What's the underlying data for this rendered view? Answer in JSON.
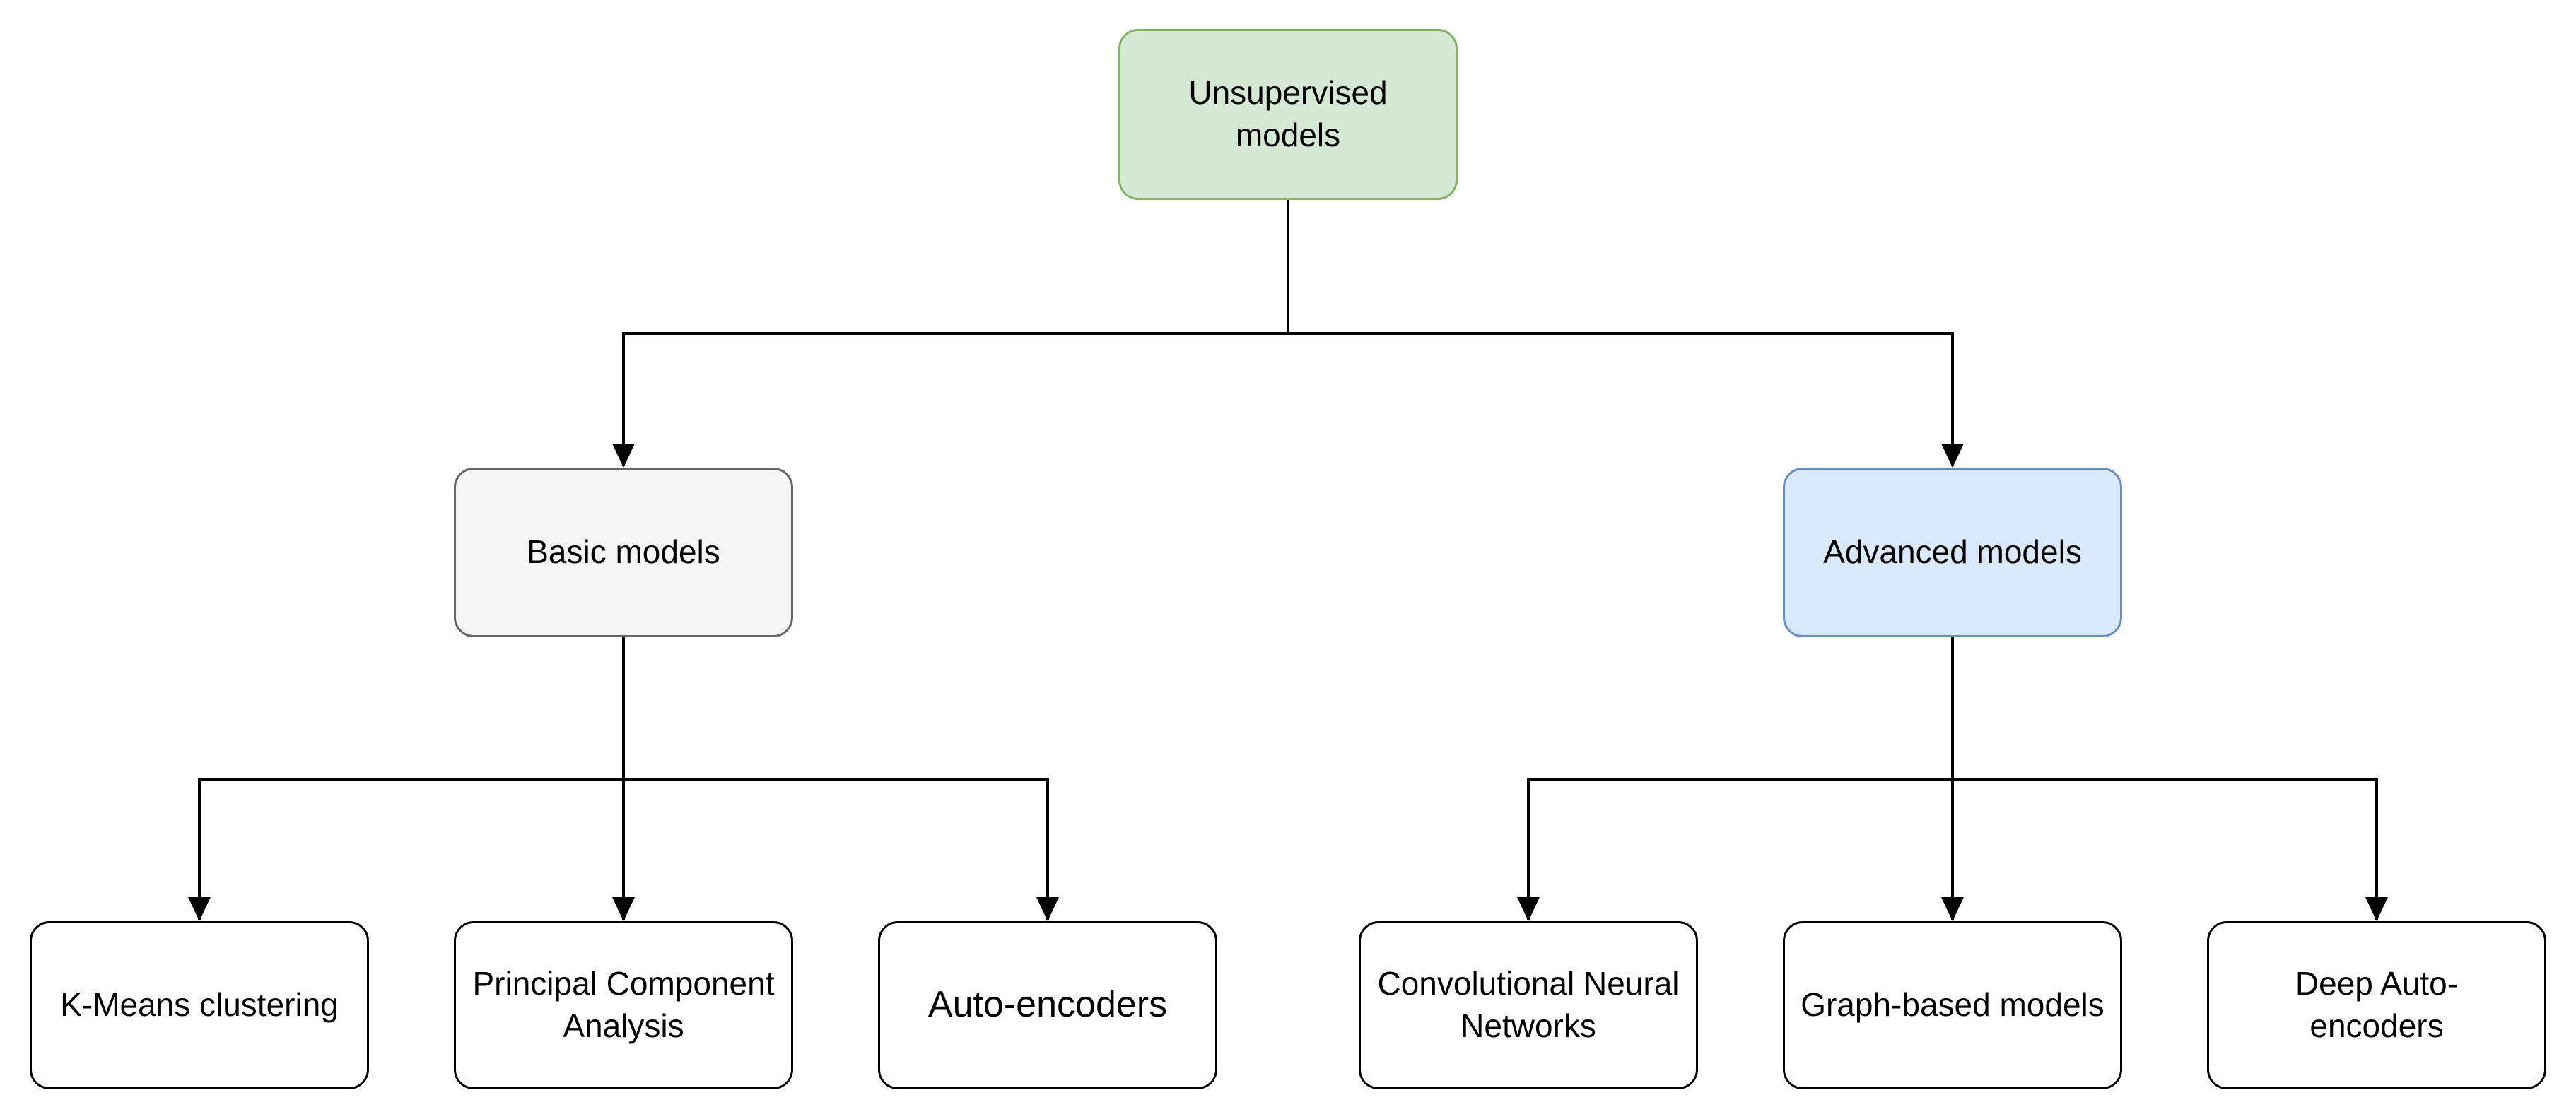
{
  "root": {
    "label_line1": "Unsupervised",
    "label_line2": "models",
    "fill": "#d5e8d4",
    "stroke": "#82b366"
  },
  "categories": [
    {
      "label": "Basic models",
      "fill": "#f5f5f5",
      "stroke": "#666666",
      "children": [
        {
          "line1": "K-Means clustering",
          "line2": ""
        },
        {
          "line1": "Principal Component",
          "line2": "Analysis"
        },
        {
          "line1": "Auto-encoders",
          "line2": ""
        }
      ]
    },
    {
      "label": "Advanced models",
      "fill": "#dae8fc",
      "stroke": "#6c8ebf",
      "children": [
        {
          "line1": "Convolutional Neural",
          "line2": "Networks"
        },
        {
          "line1": "Graph-based models",
          "line2": ""
        },
        {
          "line1": "Deep Auto-",
          "line2": "encoders"
        }
      ]
    }
  ],
  "edge_color": "#000000"
}
